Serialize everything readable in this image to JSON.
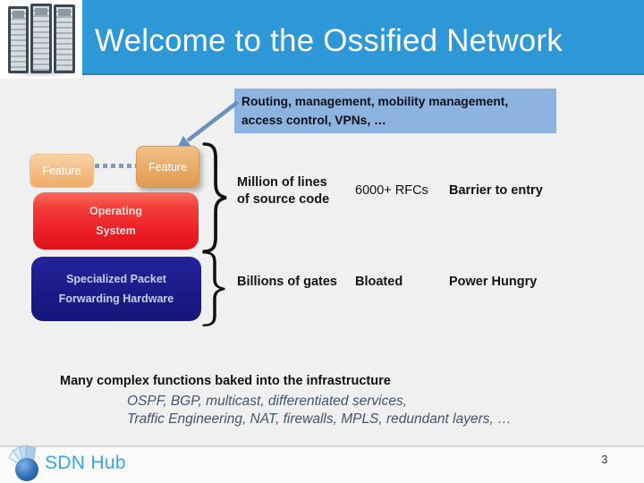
{
  "header": {
    "title": "Welcome to the Ossified Network",
    "racks_image": "photo of three network equipment racks"
  },
  "callout": {
    "lines": [
      "Routing, management, mobility management,",
      "access control, VPNs, …"
    ]
  },
  "stack": {
    "feature_left": "Feature",
    "feature_right": "Feature",
    "os_lines": [
      "Operating",
      "System"
    ],
    "hw_lines": [
      "Specialized Packet",
      "Forwarding Hardware"
    ]
  },
  "facts": {
    "row1": {
      "c1_lines": [
        "Million of lines",
        "of source code"
      ],
      "c2": "6000+ RFCs",
      "c3": "Barrier to entry"
    },
    "row2": {
      "c1": "Billions of gates",
      "c2": "Bloated",
      "c3": "Power Hungry"
    }
  },
  "summary": {
    "heading": "Many complex functions baked into the infrastructure",
    "details": [
      "OSPF, BGP, multicast, differentiated services,",
      "Traffic Engineering, NAT, firewalls, MPLS, redundant layers, …"
    ]
  },
  "footer": {
    "brand": "SDN Hub",
    "page_number": "3"
  },
  "colors": {
    "banner_blue": "#2E98D6",
    "callout_bg": "#8DB3E0",
    "arrow_blue": "#6C8FBF",
    "feature_orange": "#EFB577",
    "os_red": "#EC1C24",
    "hardware_navy": "#1B1B8A",
    "detail_text": "#44546A",
    "brand_blue": "#3AA5DE",
    "background_gray": "#F0F0F0"
  }
}
